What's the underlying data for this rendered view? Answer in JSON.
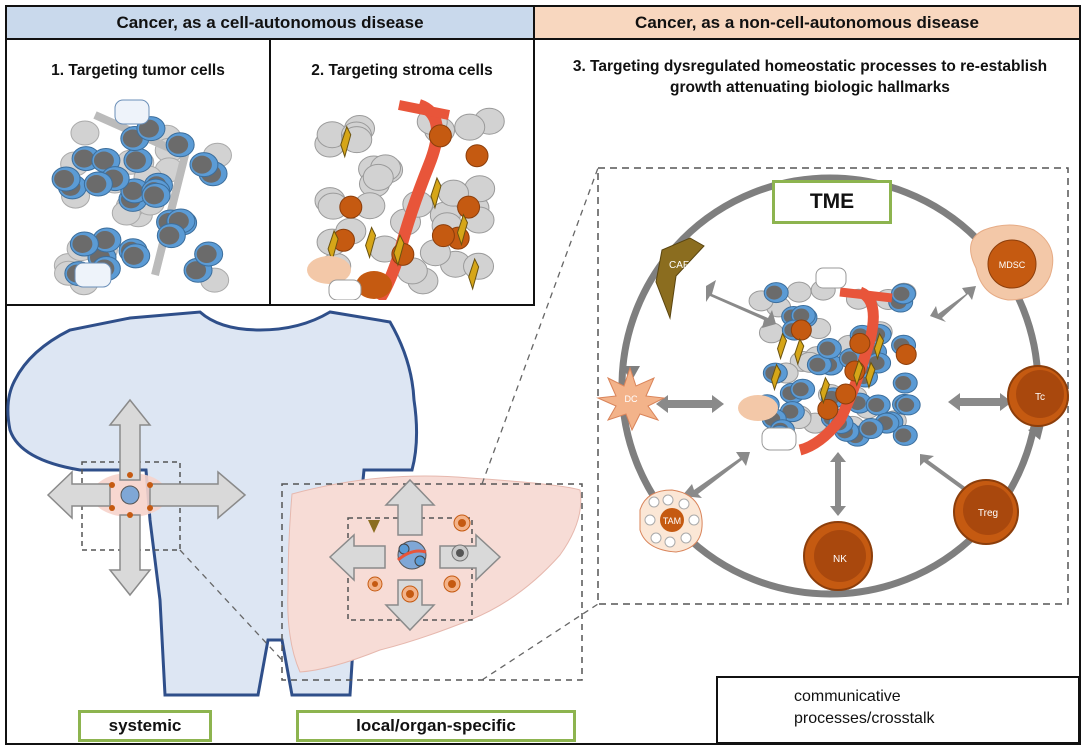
{
  "headers": {
    "left": "Cancer, as a cell-autonomous disease",
    "right": "Cancer, as a non-cell-autonomous disease"
  },
  "panels": {
    "tumor": "1. Targeting tumor cells",
    "stroma": "2. Targeting stroma cells",
    "homeostatic": "3. Targeting dysregulated homeostatic processes to re-establish growth attenuating biologic hallmarks"
  },
  "tme": {
    "title": "TME",
    "cells": {
      "caf": "CAF",
      "mdsc": "MDSC",
      "dc": "DC",
      "tc": "Tc",
      "tam": "TAM",
      "treg": "Treg",
      "nk": "NK"
    }
  },
  "labels": {
    "systemic": "systemic",
    "local": "local/organ-specific"
  },
  "legend": {
    "text": "communicative processes/crosstalk"
  },
  "colors": {
    "header_left": "#c9d9ec",
    "header_right": "#f8d7bf",
    "tumor_cell_blue": "#5b9bd5",
    "stroma_orange": "#c55a11",
    "vessel_red": "#e8553a",
    "label_border_green": "#8db44f",
    "body_fill": "#dde6f3",
    "liver_fill": "#f7dcd6"
  }
}
